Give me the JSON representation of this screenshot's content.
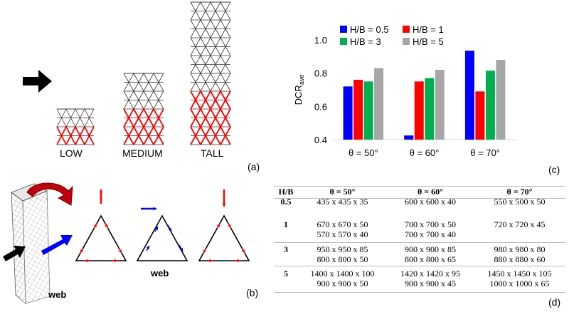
{
  "panel_a": {
    "labels": {
      "low": "LOW",
      "medium": "MEDIUM",
      "tall": "TALL"
    },
    "panel_letter": "(a)"
  },
  "panel_b": {
    "web_label_1": "web",
    "web_label_2": "web",
    "panel_letter": "(b)"
  },
  "panel_c": {
    "panel_letter": "(c)",
    "chart_data": {
      "type": "bar",
      "categories": [
        "θ = 50°",
        "θ = 60°",
        "θ = 70°"
      ],
      "ylabel_main": "DCR",
      "ylabel_sub": "ave",
      "ylim": [
        0.4,
        1.0
      ],
      "yticks": [
        "0.4",
        "0.6",
        "0.8",
        "1.0"
      ],
      "legend_position": "top",
      "series": [
        {
          "name": "H/B = 0.5",
          "color": "#0000ff",
          "values": [
            0.72,
            0.425,
            0.935
          ]
        },
        {
          "name": "H/B = 1",
          "color": "#ff0000",
          "values": [
            0.76,
            0.75,
            0.69
          ]
        },
        {
          "name": "H/B = 3",
          "color": "#00b050",
          "values": [
            0.75,
            0.77,
            0.815
          ]
        },
        {
          "name": "H/B = 5",
          "color": "#a6a6a6",
          "values": [
            0.83,
            0.82,
            0.88
          ]
        }
      ]
    }
  },
  "panel_d": {
    "panel_letter": "(d)",
    "headers": [
      "H/B",
      "θ = 50°",
      "θ = 60°",
      "θ = 70°"
    ],
    "rows": [
      {
        "hb": "0.5",
        "c50": [
          "435 x 435 x 35"
        ],
        "c60": [
          "600 x 600 x 40"
        ],
        "c70": [
          "550 x 500 x 50"
        ]
      },
      {
        "hb": "1",
        "c50": [
          "670 x 670 x 50",
          "570 x 570 x 40"
        ],
        "c60": [
          "700 x 700 x 50",
          "700 x 700 x 40"
        ],
        "c70": [
          "720 x 720 x 45"
        ]
      },
      {
        "hb": "3",
        "c50": [
          "950 x 950 x 85",
          "800 x 800 x 50"
        ],
        "c60": [
          "900 x 900 x 85",
          "800 x 800 x 65"
        ],
        "c70": [
          "980 x 980 x 80",
          "880 x 880 x 60"
        ]
      },
      {
        "hb": "5",
        "c50": [
          "1400 x 1400 x 100",
          "900 x 900 x 50"
        ],
        "c60": [
          "1420 x 1420 x 95",
          "900 x 900 x 45"
        ],
        "c70": [
          "1450 x 1450 x 105",
          "1000 x 1000 x 65"
        ]
      }
    ]
  }
}
